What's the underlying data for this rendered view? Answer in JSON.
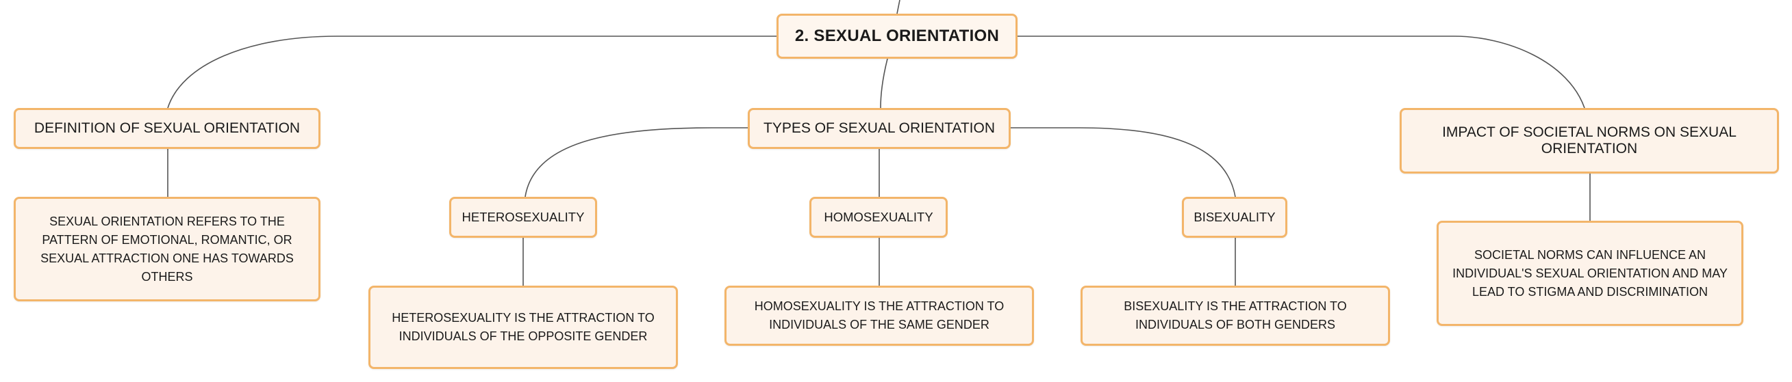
{
  "colors": {
    "node_border": "#f3b56a",
    "node_fill": "#fdf3ea",
    "connector": "#555555",
    "text": "#1a1a1a"
  },
  "root": {
    "title": "2. SEXUAL ORIENTATION"
  },
  "branches": {
    "definition": {
      "title": "DEFINITION OF SEXUAL ORIENTATION",
      "detail": "SEXUAL ORIENTATION REFERS TO THE PATTERN OF EMOTIONAL, ROMANTIC, OR SEXUAL ATTRACTION ONE HAS TOWARDS OTHERS"
    },
    "types": {
      "title": "TYPES OF SEXUAL ORIENTATION",
      "heterosexuality": {
        "title": "HETEROSEXUALITY",
        "detail": "HETEROSEXUALITY IS THE ATTRACTION TO INDIVIDUALS OF THE OPPOSITE GENDER"
      },
      "homosexuality": {
        "title": "HOMOSEXUALITY",
        "detail": "HOMOSEXUALITY IS THE ATTRACTION TO INDIVIDUALS OF THE SAME GENDER"
      },
      "bisexuality": {
        "title": "BISEXUALITY",
        "detail": "BISEXUALITY IS THE ATTRACTION TO INDIVIDUALS OF BOTH GENDERS"
      }
    },
    "impact": {
      "title": "IMPACT OF SOCIETAL NORMS ON SEXUAL ORIENTATION",
      "detail": "SOCIETAL NORMS CAN INFLUENCE AN INDIVIDUAL'S SEXUAL ORIENTATION AND MAY LEAD TO STIGMA AND DISCRIMINATION"
    }
  }
}
